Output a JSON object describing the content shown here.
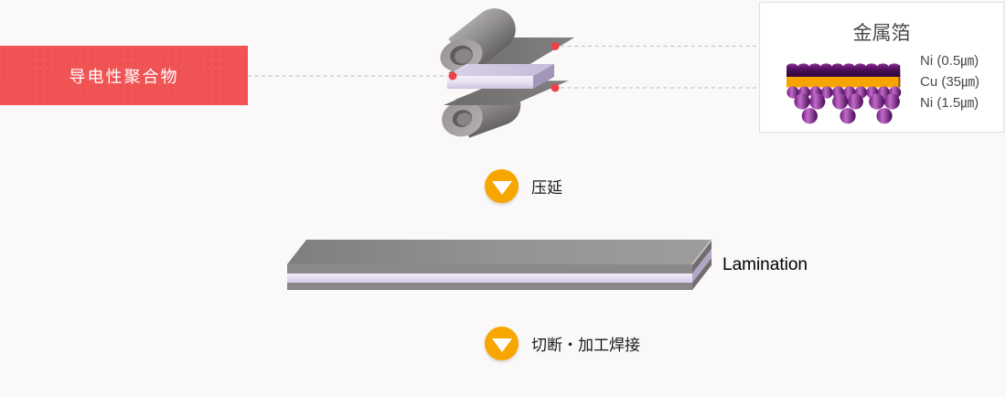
{
  "page": {
    "background": "#faf8f8"
  },
  "banner": {
    "label": "导电性聚合物",
    "bg": "#f05454",
    "text_color": "#ffffff"
  },
  "process": {
    "steps": [
      {
        "label": "压延"
      },
      {
        "label": "切断・加工焊接"
      }
    ],
    "lamination_label": "Lamination",
    "arrow_color": "#f7a600"
  },
  "foil_card": {
    "title": "金属箔",
    "layers": [
      {
        "material": "Ni",
        "thickness": "0.5㎛",
        "label": "Ni (0.5㎛)"
      },
      {
        "material": "Cu",
        "thickness": "35㎛",
        "label": "Cu (35㎛)"
      },
      {
        "material": "Ni",
        "thickness": "1.5㎛",
        "label": "Ni (1.5㎛)"
      }
    ]
  },
  "colors": {
    "dash": "#c8c5c5",
    "dot": "#ee4048",
    "orange": "#f8a400",
    "purple_dark": "#4e0d5c",
    "lavender": "#e6e0f0"
  }
}
